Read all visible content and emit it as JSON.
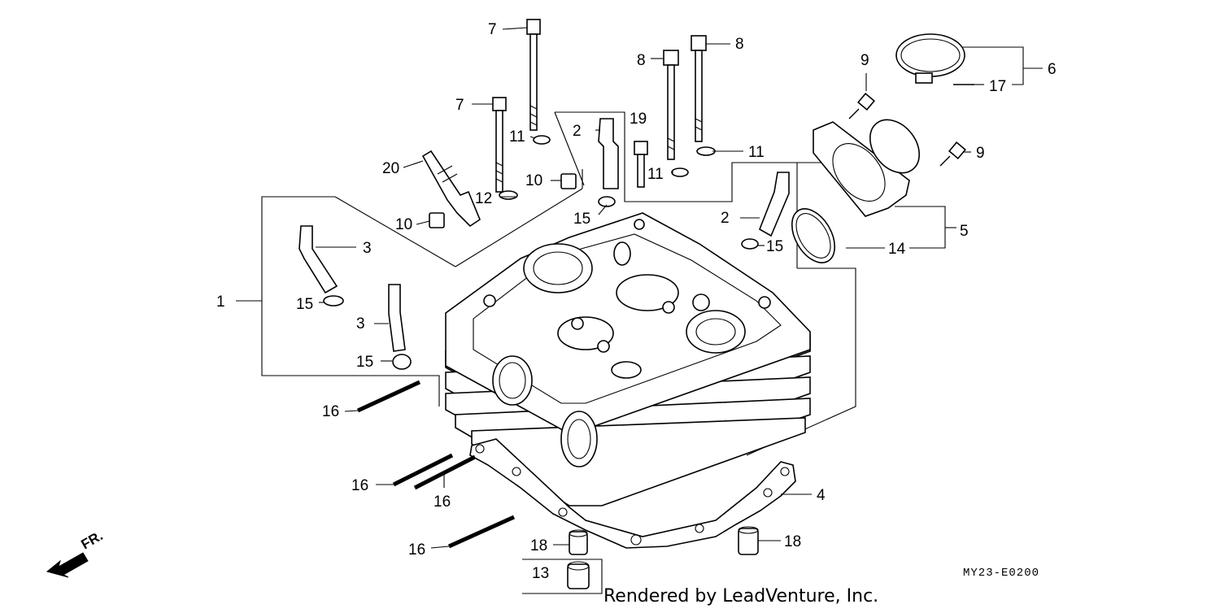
{
  "callouts": {
    "c1": "1",
    "c2a": "2",
    "c2b": "2",
    "c3a": "3",
    "c3b": "3",
    "c4": "4",
    "c5": "5",
    "c6": "6",
    "c7a": "7",
    "c7b": "7",
    "c8a": "8",
    "c8b": "8",
    "c9a": "9",
    "c9b": "9",
    "c10a": "10",
    "c10b": "10",
    "c11a": "11",
    "c11b": "11",
    "c11c": "11",
    "c12": "12",
    "c13": "13",
    "c14": "14",
    "c15a": "15",
    "c15b": "15",
    "c15c": "15",
    "c15d": "15",
    "c16a": "16",
    "c16b": "16",
    "c16c": "16",
    "c16d": "16",
    "c17": "17",
    "c18a": "18",
    "c18b": "18",
    "c19": "19",
    "c20": "20"
  },
  "front_marker": "FR.",
  "diagram_code": "MY23-E0200",
  "credit": "Rendered by LeadVenture, Inc."
}
